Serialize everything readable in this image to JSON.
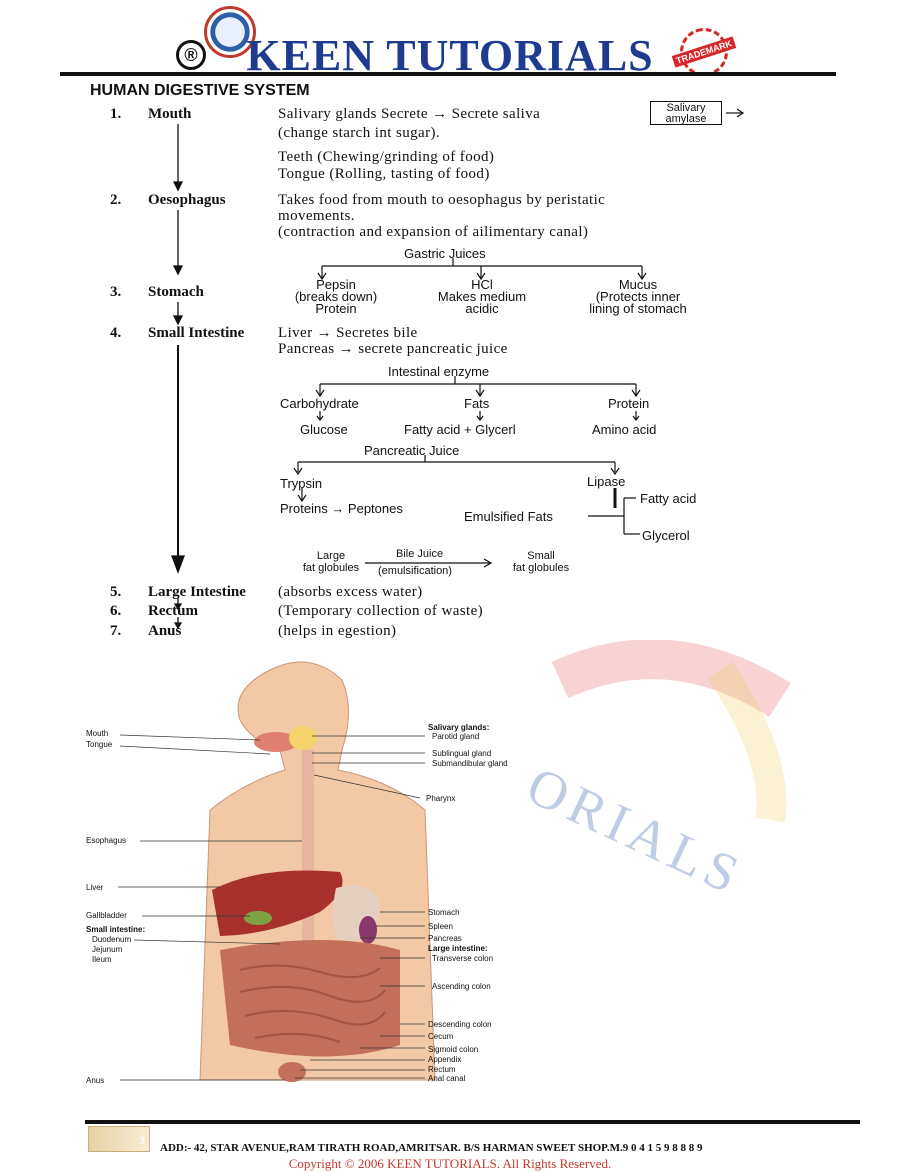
{
  "header": {
    "brand": "KEEN TUTORIALS",
    "registered": "®",
    "trademark": "TRADEMARK"
  },
  "section_title": "HUMAN DIGESTIVE SYSTEM",
  "stages": [
    {
      "num": "1.",
      "name": "Mouth"
    },
    {
      "num": "2.",
      "name": "Oesophagus"
    },
    {
      "num": "3.",
      "name": "Stomach"
    },
    {
      "num": "4.",
      "name": "Small Intestine"
    },
    {
      "num": "5.",
      "name": "Large Intestine"
    },
    {
      "num": "6.",
      "name": "Rectum"
    },
    {
      "num": "7.",
      "name": "Anus"
    }
  ],
  "mouth": {
    "line1": "Salivary glands Secrete → Secrete saliva",
    "enzyme_box_l1": "Salivary",
    "enzyme_box_l2": "amylase",
    "line2": "(change starch int sugar).",
    "teeth": "Teeth (Chewing/grinding of food)",
    "tongue": "Tongue (Rolling, tasting of food)"
  },
  "oesophagus": {
    "line1": "Takes food from mouth to oesophagus by peristatic",
    "line2": "movements.",
    "line3": "(contraction and expansion of ailimentary canal)"
  },
  "stomach": {
    "juices": "Gastric Juices",
    "pepsin": [
      "Pepsin",
      "(breaks down)",
      "Protein"
    ],
    "hcl": [
      "HCl",
      "Makes medium",
      "acidic"
    ],
    "mucus": [
      "Mucus",
      "(Protects inner",
      "lining of stomach"
    ]
  },
  "small_intestine": {
    "liver": "Liver → Secretes bile",
    "pancreas": "Pancreas → secrete pancreatic juice",
    "intestinal_enzyme": "Intestinal enzyme",
    "carb": "Carbohydrate",
    "fats": "Fats",
    "protein": "Protein",
    "glucose": "Glucose",
    "fatty_glycerol": "Fatty acid + Glycerl",
    "amino": "Amino acid",
    "pancreatic_juice": "Pancreatic Juice",
    "trypsin": "Trypsin",
    "lipase": "Lipase",
    "proteins_peptones": "Proteins → Peptones",
    "emulsified": "Emulsified Fats",
    "fatty_acid": "Fatty acid",
    "glycerol": "Glycerol",
    "large_fat": [
      "Large",
      "fat globules"
    ],
    "bile_juice": "Bile Juice",
    "emulsification": "(emulsification)",
    "small_fat": [
      "Small",
      "fat globules"
    ]
  },
  "large_intestine": "(absorbs excess water)",
  "rectum": "(Temporary collection of waste)",
  "anus": "(helps in egestion)",
  "diagram_labels": {
    "left": [
      "Mouth",
      "Tongue",
      "Esophagus",
      "Liver",
      "Gallbladder",
      "Small intestine:",
      "Duodenum",
      "Jejunum",
      "Ileum",
      "Anus"
    ],
    "right": [
      "Salivary glands:",
      "Parotid gland",
      "Sublingual gland",
      "Submandibular gland",
      "Pharynx",
      "Stomach",
      "Spleen",
      "Pancreas",
      "Large intestine:",
      "Transverse colon",
      "Ascending colon",
      "Descending colon",
      "Cecum",
      "Sigmoid colon",
      "Appendix",
      "Rectum",
      "Anal canal"
    ]
  },
  "watermark": "ORIALS",
  "footer": {
    "page": "3",
    "address": "ADD:- 42, STAR AVENUE,RAM TIRATH ROAD,AMRITSAR. B/S HARMAN SWEET SHOP.M.9 0 4 1 5 9 8 8 8 9",
    "copyright": "Copyright © 2006 KEEN TUTORIALS. All Rights Reserved."
  },
  "colors": {
    "brand": "#1f3b8f",
    "accent_red": "#c0392b"
  }
}
